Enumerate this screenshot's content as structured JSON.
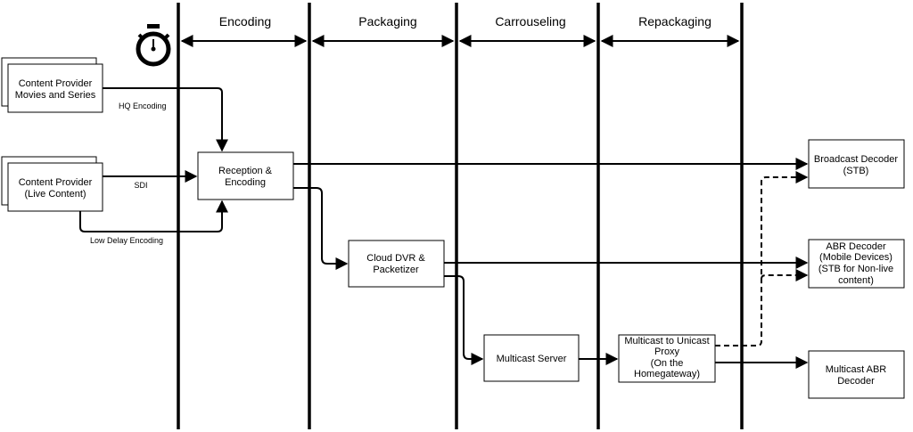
{
  "stages": [
    "Encoding",
    "Packaging",
    "Carrouseling",
    "Repackaging"
  ],
  "icons": {
    "timer": "stopwatch-icon"
  },
  "nodes": {
    "cp_movies": [
      "Content Provider",
      "Movies and Series"
    ],
    "cp_live": [
      "Content Provider",
      "(Live Content)"
    ],
    "reception": [
      "Reception &",
      "Encoding"
    ],
    "cloud_dvr": [
      "Cloud DVR &",
      "Packetizer"
    ],
    "multicast_server": [
      "Multicast Server"
    ],
    "proxy": [
      "Multicast to Unicast",
      "Proxy",
      "(On the",
      "Homegateway)"
    ],
    "broadcast_decoder": [
      "Broadcast Decoder",
      "(STB)"
    ],
    "abr_decoder": [
      "ABR Decoder",
      "(Mobile Devices)",
      "(STB for Non-live",
      "content)"
    ],
    "multicast_abr_decoder": [
      "Multicast ABR",
      "Decoder"
    ]
  },
  "edge_labels": {
    "hq": "HQ Encoding",
    "sdi": "SDI",
    "low_delay": "Low Delay Encoding"
  }
}
